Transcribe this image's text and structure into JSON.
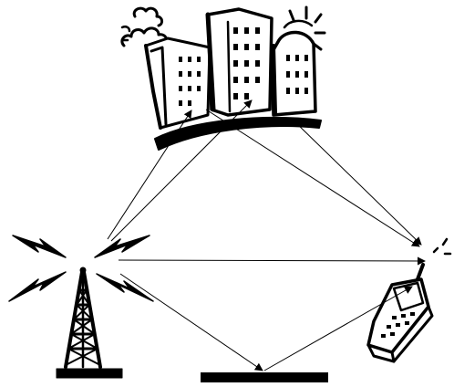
{
  "diagram": {
    "elements": [
      {
        "id": "city",
        "icon": "city-buildings-icon"
      },
      {
        "id": "tower",
        "icon": "radio-tower-icon"
      },
      {
        "id": "phone",
        "icon": "mobile-phone-icon"
      },
      {
        "id": "ground",
        "icon": "ground-reflector-icon"
      }
    ],
    "paths": [
      {
        "from": "tower",
        "to": "phone",
        "kind": "direct"
      },
      {
        "from": "tower",
        "to": "city",
        "kind": "reflected-via-building"
      },
      {
        "from": "city",
        "to": "phone",
        "kind": "reflected-via-building"
      },
      {
        "from": "tower",
        "to": "ground",
        "kind": "ground-reflection"
      },
      {
        "from": "ground",
        "to": "phone",
        "kind": "ground-reflection"
      }
    ],
    "colors": {
      "ink": "#000000",
      "background": "#ffffff"
    }
  }
}
